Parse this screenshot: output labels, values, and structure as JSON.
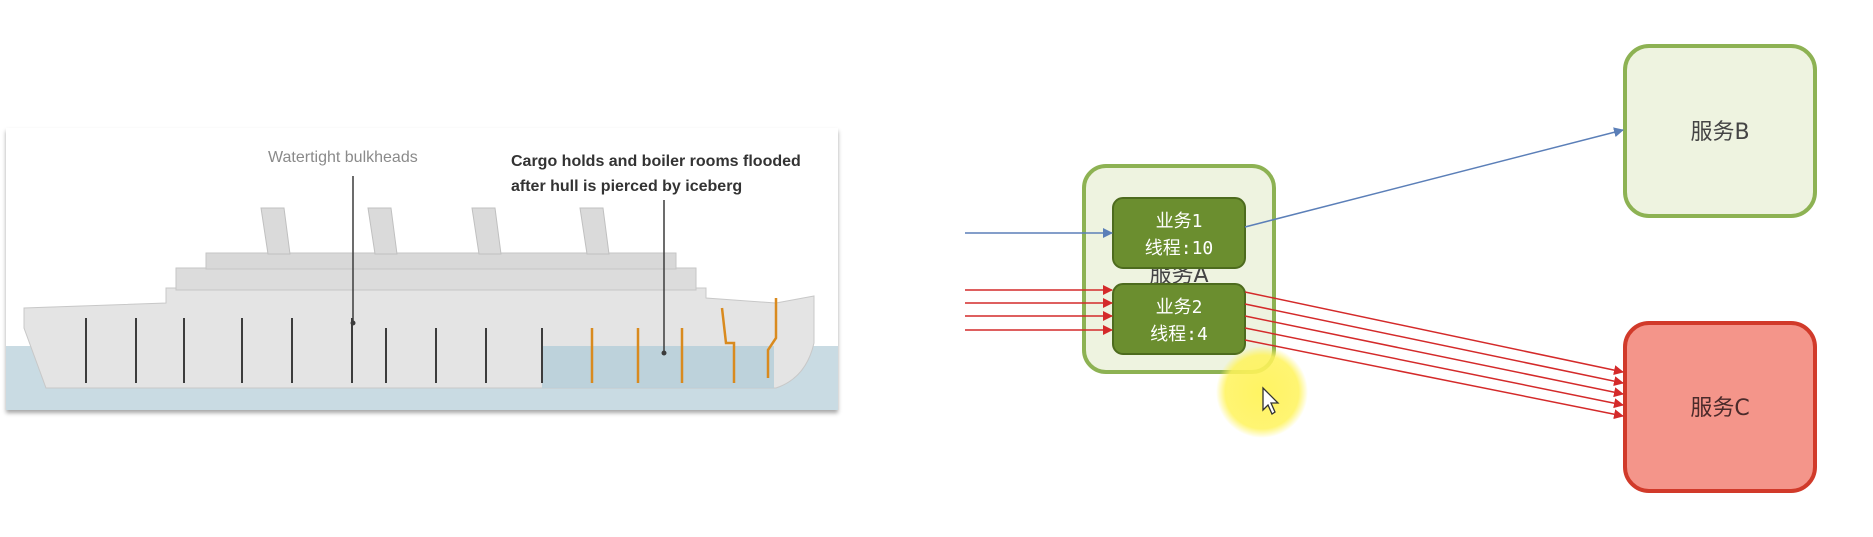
{
  "ship": {
    "label_bulkheads": "Watertight bulkheads",
    "label_flooded_line1": "Cargo holds and boiler rooms flooded",
    "label_flooded_line2": "after hull is pierced by iceberg",
    "colors": {
      "hull": "#e4e4e4",
      "water": "#c9dbe3",
      "bulkhead": "#3c3c3c",
      "breach": "#d98a1e"
    }
  },
  "diagram": {
    "service_a": {
      "label": "服务A"
    },
    "business1": {
      "line1": "业务1",
      "line2": "线程:10"
    },
    "business2": {
      "line1": "业务2",
      "line2": "线程:4"
    },
    "service_b": {
      "label": "服务B"
    },
    "service_c": {
      "label": "服务C"
    },
    "colors": {
      "green_border": "#8db253",
      "green_fill": "#eef3e0",
      "biz_fill": "#6b8e2f",
      "biz_border": "#4d6b1e",
      "red_fill": "#f4958a",
      "red_border": "#d13a2a",
      "blue_arrow": "#5b7fb8",
      "red_arrow": "#d42a2a",
      "cursor_halo": "#fff35a"
    }
  }
}
